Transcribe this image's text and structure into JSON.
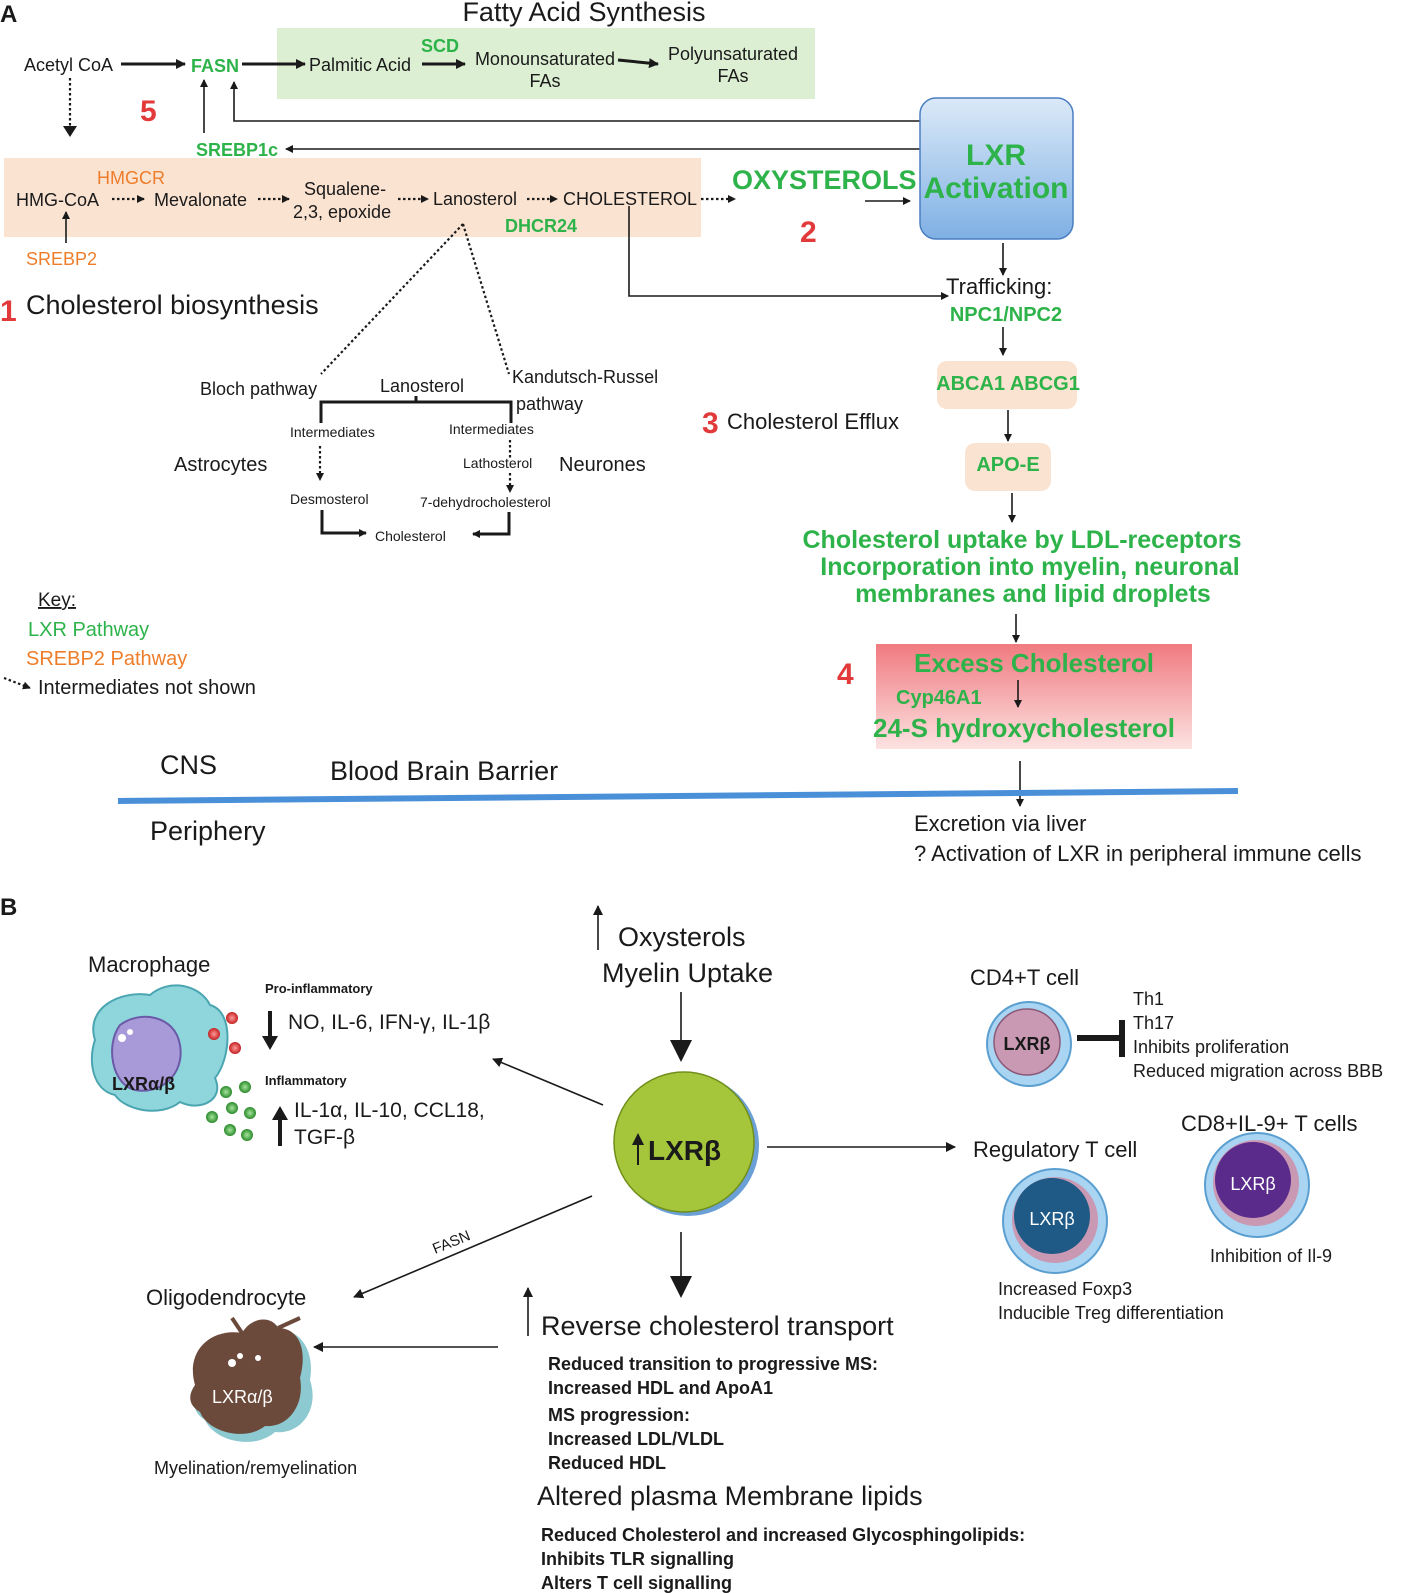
{
  "panel_a": {
    "label": "A",
    "fa_title": "Fatty Acid Synthesis",
    "acetyl_coa": "Acetyl CoA",
    "fasn": "FASN",
    "palmitic": "Palmitic Acid",
    "scd": "SCD",
    "mono_1": "Monounsaturated",
    "mono_2": "FAs",
    "poly_1": "Polyunsaturated",
    "poly_2": "FAs",
    "num5": "5",
    "srebp1c": "SREBP1c",
    "hmgcr": "HMGCR",
    "hmg_coa": "HMG-CoA",
    "mevalonate": "Mevalonate",
    "squalene_1": "Squalene-",
    "squalene_2": "2,3, epoxide",
    "lanosterol": "Lanosterol",
    "cholesterol_caps": "CHOLESTEROL",
    "dhcr24": "DHCR24",
    "srebp2": "SREBP2",
    "oxysterols": "OXYSTEROLS",
    "num2": "2",
    "lxr_1": "LXR",
    "lxr_2": "Activation",
    "num1": "1",
    "biosynthesis": "Cholesterol biosynthesis",
    "trafficking": "Trafficking:",
    "npc": "NPC1/NPC2",
    "abca": "ABCA1 ABCG1",
    "num3": "3",
    "efflux": "Cholesterol  Efflux",
    "apoe": "APO-E",
    "uptake_1": "Cholesterol uptake by LDL-receptors",
    "uptake_2": "Incorporation into myelin, neuronal",
    "uptake_3": "membranes and lipid droplets",
    "num4": "4",
    "excess": "Excess Cholesterol",
    "cyp": "Cyp46A1",
    "hydroxy": "24-S hydroxycholesterol",
    "bloch": "Bloch pathway",
    "lanosterol2": "Lanosterol",
    "kandutsch_1": "Kandutsch-Russel",
    "kandutsch_2": "pathway",
    "intermediates_l": "Intermediates",
    "intermediates_r": "Intermediates",
    "astrocytes": "Astrocytes",
    "lathosterol": "Lathosterol",
    "neurones": "Neurones",
    "desmosterol": "Desmosterol",
    "dehydro": "7-dehydrocholesterol",
    "cholesterol": "Cholesterol",
    "key_title": "Key:",
    "key_lxr": "LXR Pathway",
    "key_srebp": "SREBP2 Pathway",
    "key_inter": "Intermediates not shown",
    "cns": "CNS",
    "bbb": "Blood Brain Barrier",
    "periphery": "Periphery",
    "excretion": "Excretion via liver",
    "activation": "? Activation of LXR in peripheral immune cells"
  },
  "panel_b": {
    "label": "B",
    "oxysterols": "Oxysterols",
    "myelin_uptake": "Myelin Uptake",
    "macrophage": "Macrophage",
    "pro_inflammatory": "Pro-inflammatory",
    "pro_list": "NO, IL-6, IFN-γ, IL-1β",
    "inflammatory": "Inflammatory",
    "anti_list_1": "IL-1α, IL-10, CCL18,",
    "anti_list_2": "TGF-β",
    "mac_lxr": "LXRα/β",
    "center_lxr": "LXRβ",
    "cd4": "CD4+T cell",
    "cd4_lxr": "LXRβ",
    "th1": "Th1",
    "th17": "Th17",
    "inhibits_prolif": "Inhibits proliferation",
    "reduced_migration": "Reduced migration across BBB",
    "cd8": "CD8+IL-9+ T cells",
    "treg": "Regulatory T cell",
    "treg_lxr": "LXRβ",
    "cd8_lxr": "LXRβ",
    "inhibition_il9": "Inhibition of Il-9",
    "foxp3": "Increased Foxp3",
    "inducible": "Inducible Treg differentiation",
    "fasn": "FASN",
    "oligodendrocyte": "Oligodendrocyte",
    "oligo_lxr": "LXRα/β",
    "myelination": "Myelination/remyelination",
    "rct": "Reverse cholesterol transport",
    "rct_1": "Reduced transition to progressive MS:",
    "rct_2": "Increased HDL and ApoA1",
    "rct_3": "MS progression:",
    "rct_4": "Increased LDL/VLDL",
    "rct_5": "Reduced HDL",
    "altered": "Altered plasma Membrane lipids",
    "alt_1": "Reduced Cholesterol and increased Glycosphingolipids:",
    "alt_2": "Inhibits TLR signalling",
    "alt_3": "Alters T cell signalling"
  },
  "colors": {
    "lxr_green": "#2db34a",
    "srebp_orange": "#ee7d2a",
    "number_red": "#e23a3a",
    "barrier_blue": "#4a90d9",
    "fa_box": "#dcefd2",
    "biosynthesis_box": "#fbe3d2",
    "lxr_box": "#9cc3ec",
    "excess_box": "#f2868a",
    "center_cell": "#a5c63b"
  }
}
